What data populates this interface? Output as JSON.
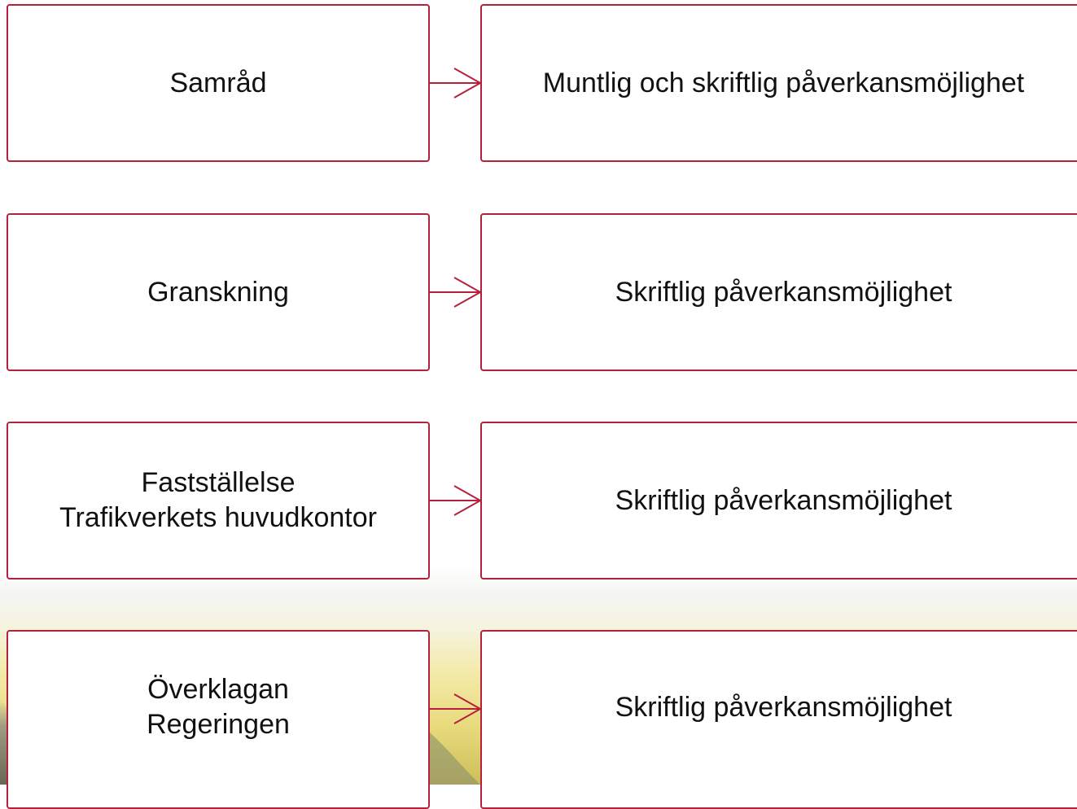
{
  "diagram": {
    "rows": [
      {
        "stage": [
          "Samråd"
        ],
        "influence": "Muntlig och skriftlig påverkansmöjlighet"
      },
      {
        "stage": [
          "Granskning"
        ],
        "influence": "Skriftlig påverkansmöjlighet"
      },
      {
        "stage": [
          "Fastställelse",
          "Trafikverkets huvudkontor"
        ],
        "influence": "Skriftlig påverkansmöjlighet"
      },
      {
        "stage": [
          "Överklagan",
          "Regeringen"
        ],
        "influence": "Skriftlig påverkansmöjlighet"
      }
    ]
  },
  "colors": {
    "accent": "#b5203b",
    "text": "#111111"
  }
}
